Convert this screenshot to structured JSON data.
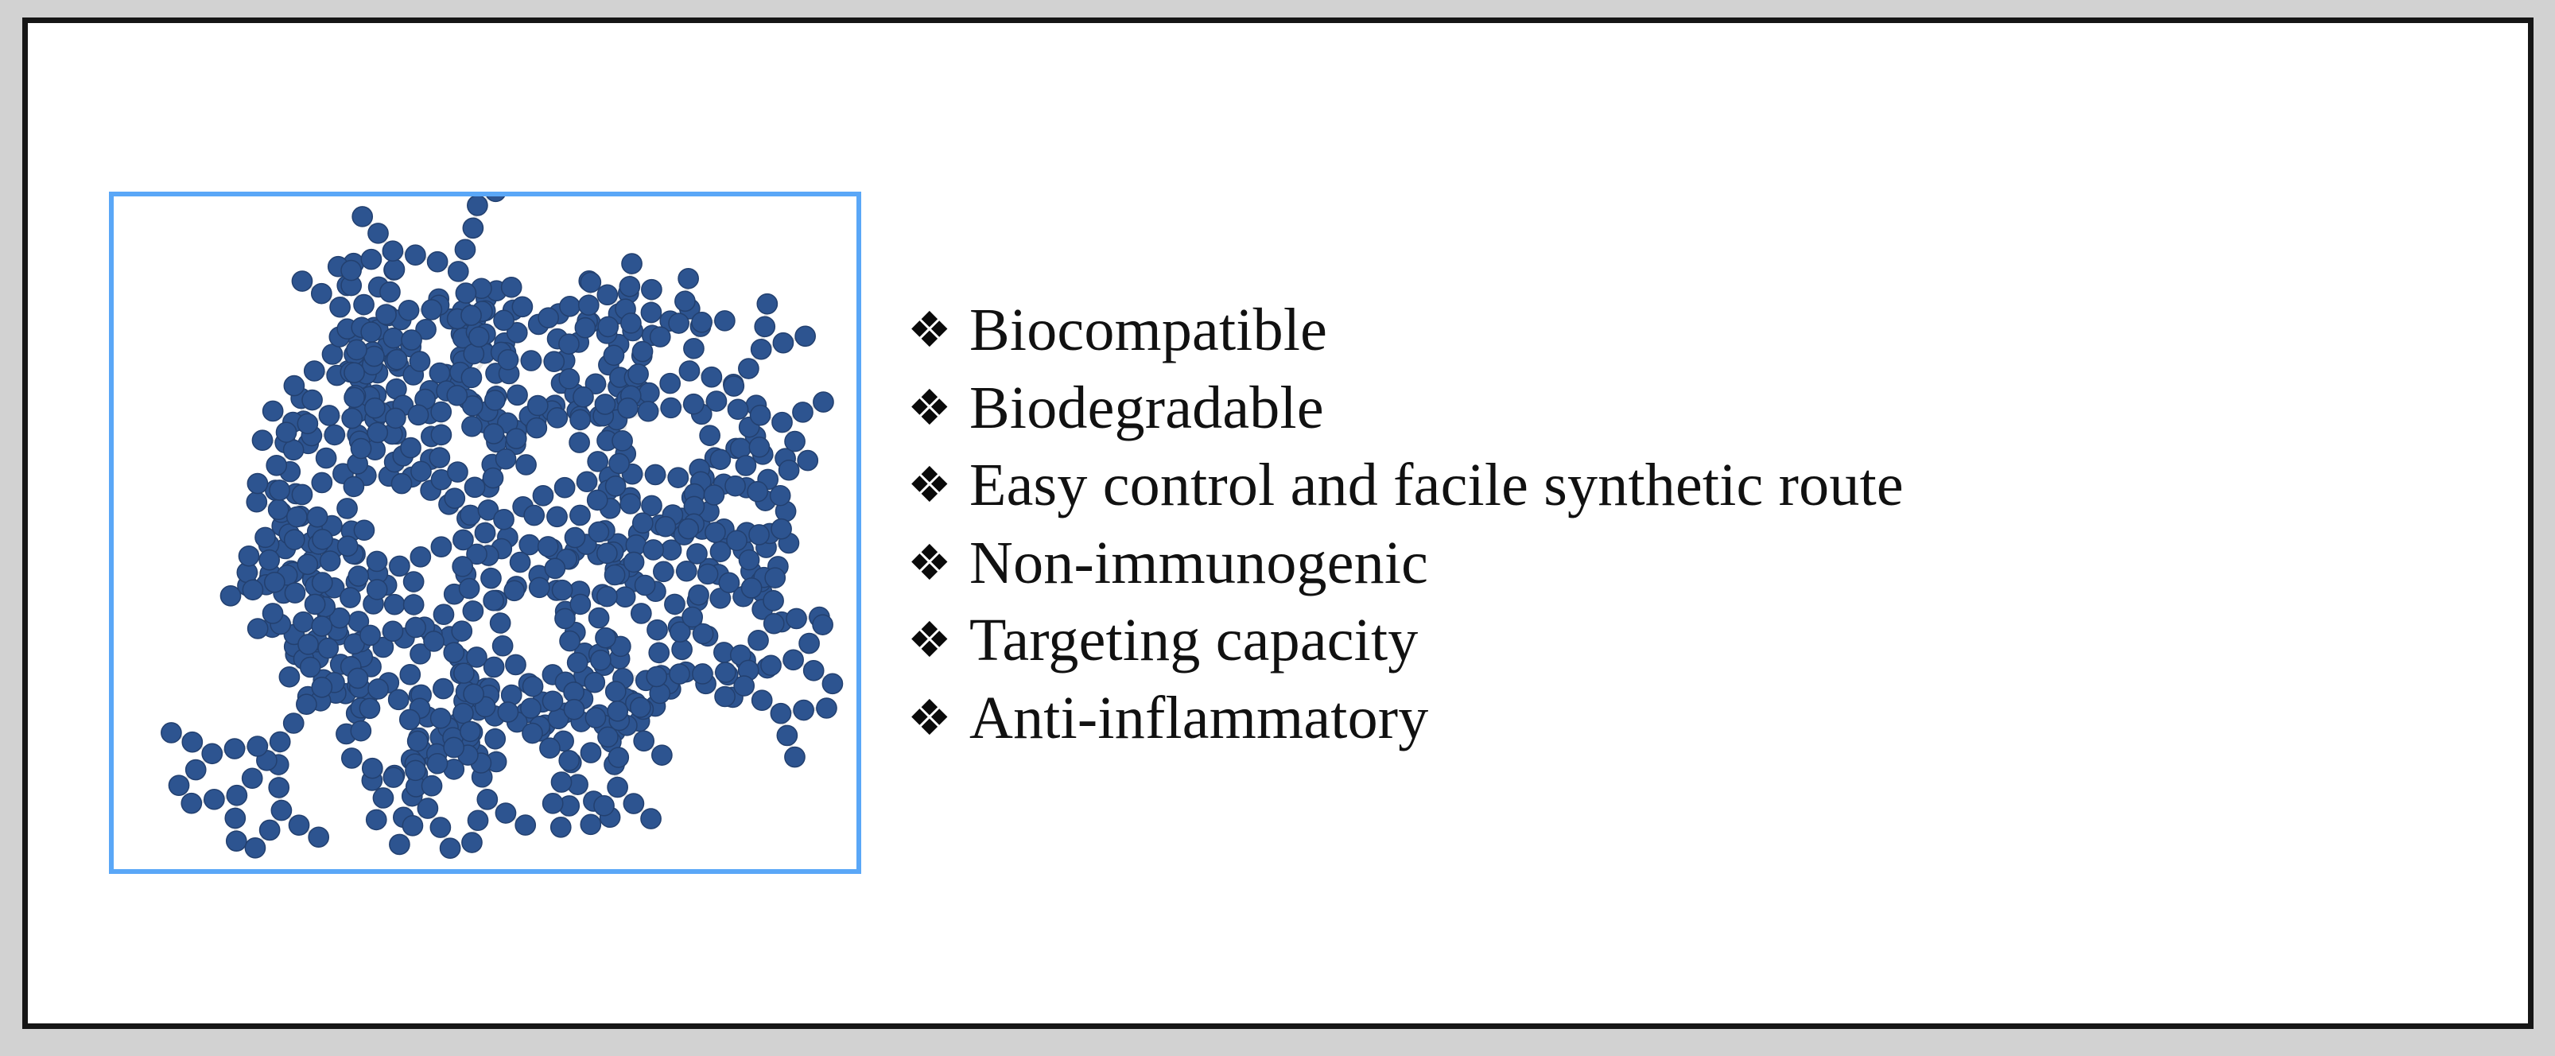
{
  "slide": {
    "background_color": "#d2d2d2",
    "page_background": "#ffffff",
    "frame_border_color": "#161616"
  },
  "figure": {
    "name": "dendrimer-polymer-illustration",
    "border_color": "#5aa7f7",
    "bead_color": "#2d5490",
    "bead_edge_color": "#23406f",
    "link_color": "#e6e6e6",
    "background": "#ffffff",
    "description": "Hyperbranched dendrimer / polymer schematic drawn as chains of blue beads radiating from a central core"
  },
  "benefits": {
    "bullet_glyph": "❖",
    "items": [
      {
        "label": "Biocompatible"
      },
      {
        "label": "Biodegradable"
      },
      {
        "label": "Easy control and facile synthetic route"
      },
      {
        "label": "Non-immunogenic"
      },
      {
        "label": "Targeting capacity"
      },
      {
        "label": "Anti-inflammatory"
      }
    ]
  }
}
